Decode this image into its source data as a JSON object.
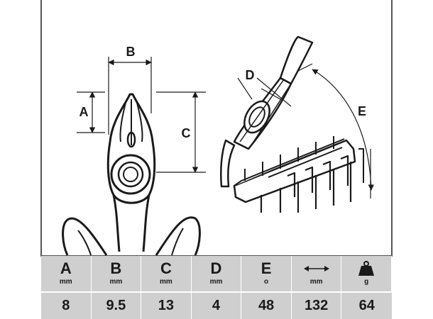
{
  "dimension_labels": {
    "a": "A",
    "b": "B",
    "c": "C",
    "d": "D",
    "e": "E"
  },
  "spec_table": {
    "columns": [
      {
        "symbol": "A",
        "unit": "mm",
        "value": "8"
      },
      {
        "symbol": "B",
        "unit": "mm",
        "value": "9.5"
      },
      {
        "symbol": "C",
        "unit": "mm",
        "value": "13"
      },
      {
        "symbol": "D",
        "unit": "mm",
        "value": "4"
      },
      {
        "symbol": "E",
        "unit": "o",
        "value": "48"
      },
      {
        "symbol": "",
        "icon": "length-arrow-icon",
        "unit": "mm",
        "value": "132"
      },
      {
        "symbol": "",
        "icon": "weight-icon",
        "unit": "g",
        "value": "64"
      }
    ]
  },
  "colors": {
    "line": "#1a1a1a",
    "table_bg": "#cfcfcf",
    "frame": "#555555"
  }
}
